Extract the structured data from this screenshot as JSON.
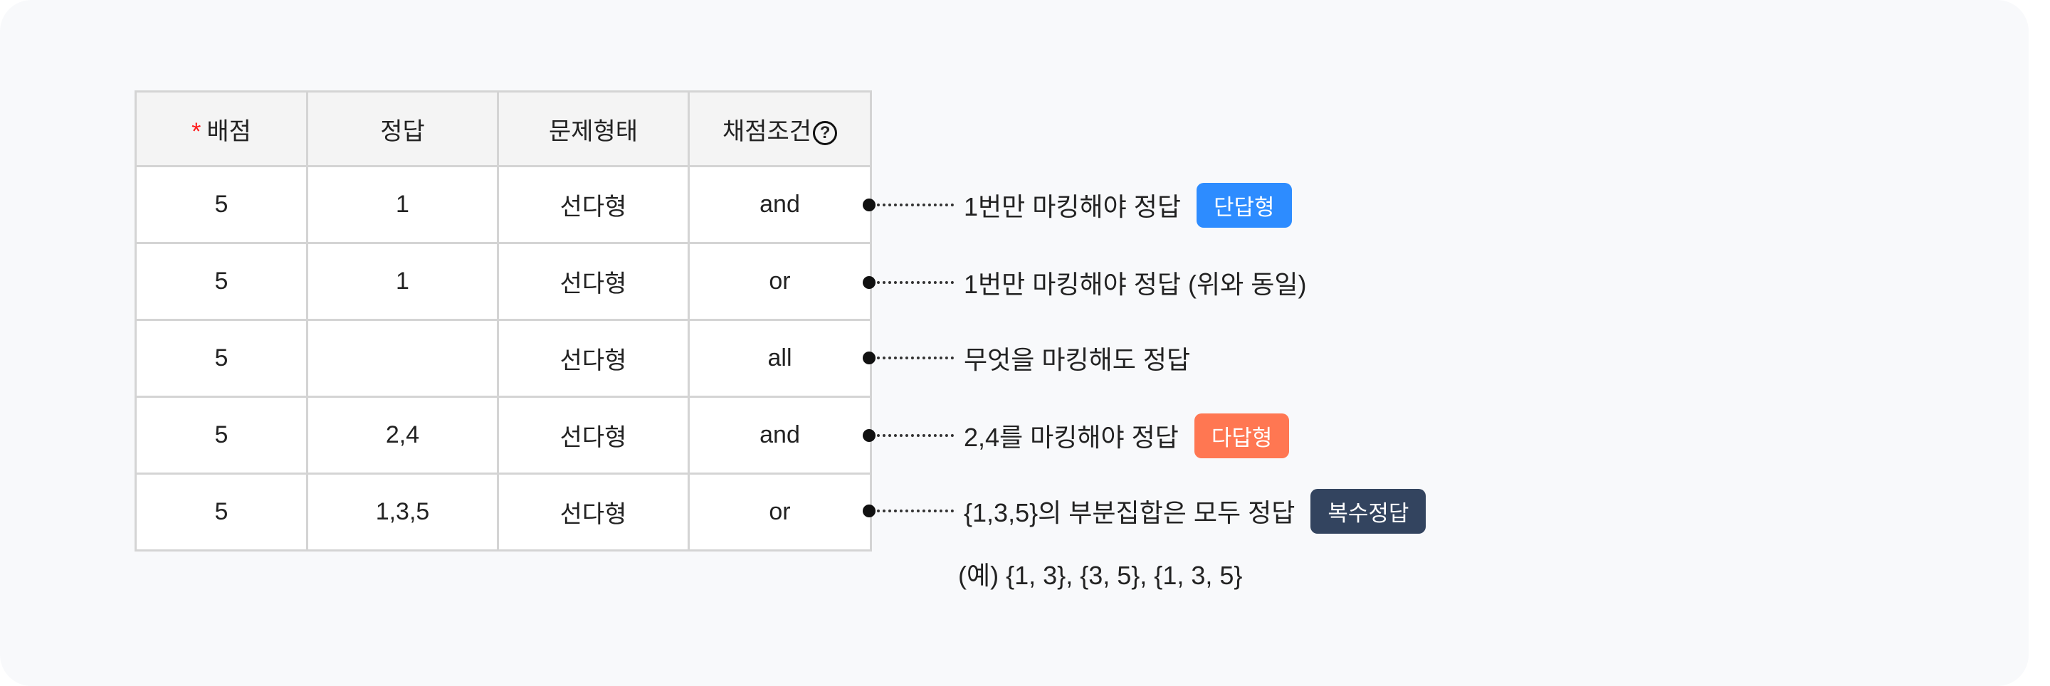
{
  "table": {
    "headers": [
      "배점",
      "정답",
      "문제형태",
      "채점조건"
    ],
    "required_mark": "*",
    "help_icon": "?",
    "rows": [
      [
        "5",
        "1",
        "선다형",
        "and"
      ],
      [
        "5",
        "1",
        "선다형",
        "or"
      ],
      [
        "5",
        "",
        "선다형",
        "all"
      ],
      [
        "5",
        "2,4",
        "선다형",
        "and"
      ],
      [
        "5",
        "1,3,5",
        "선다형",
        "or"
      ]
    ]
  },
  "annotations": [
    {
      "text": "1번만 마킹해야 정답",
      "badge": "단답형",
      "badge_color": "#2d8cff"
    },
    {
      "text": "1번만 마킹해야 정답 (위와 동일)"
    },
    {
      "text": "무엇을 마킹해도 정답"
    },
    {
      "text": "2,4를 마킹해야 정답",
      "badge": "다답형",
      "badge_color": "#ff7752"
    },
    {
      "text": "{1,3,5}의 부분집합은 모두 정답",
      "badge": "복수정답",
      "badge_color": "#33445f"
    }
  ],
  "example": "(예) {1, 3}, {3, 5}, {1, 3, 5}"
}
